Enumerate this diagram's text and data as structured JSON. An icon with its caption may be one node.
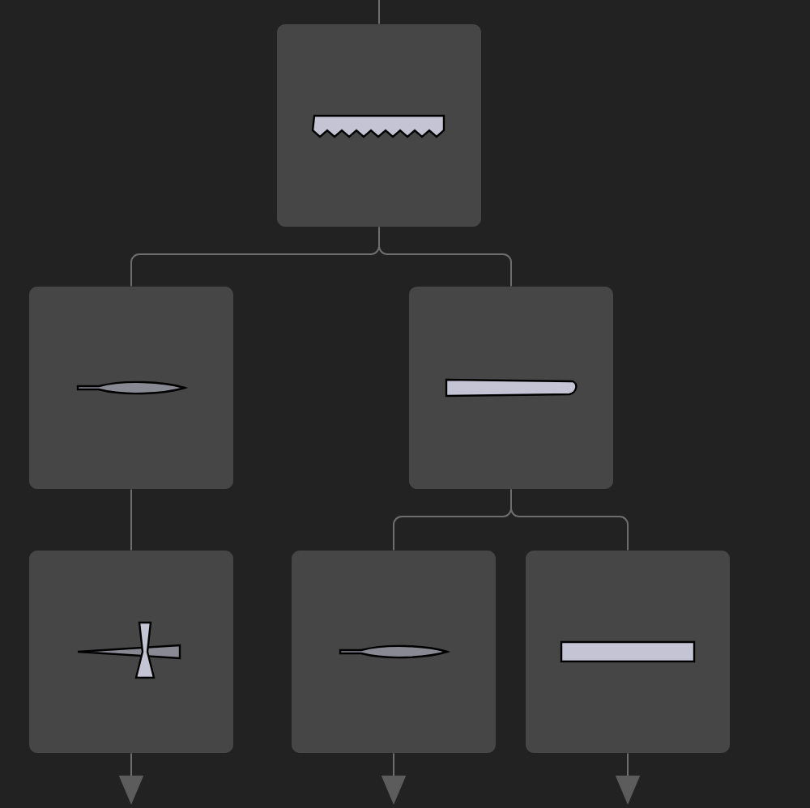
{
  "diagram": {
    "nodes": [
      {
        "text": [],
        "shape": "box"
      },
      {
        "text": [],
        "shape": "box"
      },
      {
        "text": [],
        "shape": "box"
      },
      {
        "text": [],
        "shape": "box"
      },
      {
        "text": [],
        "shape": "box"
      },
      {
        "text": [],
        "shape": "box"
      }
    ],
    "edges": [
      {
        "from": null,
        "to": 0,
        "arrow": "none"
      },
      {
        "from": 0,
        "to": 1,
        "arrow": "none"
      },
      {
        "from": 0,
        "to": 2,
        "arrow": "none"
      },
      {
        "from": 1,
        "to": 3,
        "arrow": "none"
      },
      {
        "from": 2,
        "to": 4,
        "arrow": "none"
      },
      {
        "from": 2,
        "to": 5,
        "arrow": "none"
      },
      {
        "from": 3,
        "to": null,
        "arrow": "to"
      },
      {
        "from": 4,
        "to": null,
        "arrow": "to"
      },
      {
        "from": 5,
        "to": null,
        "arrow": "to"
      }
    ]
  }
}
